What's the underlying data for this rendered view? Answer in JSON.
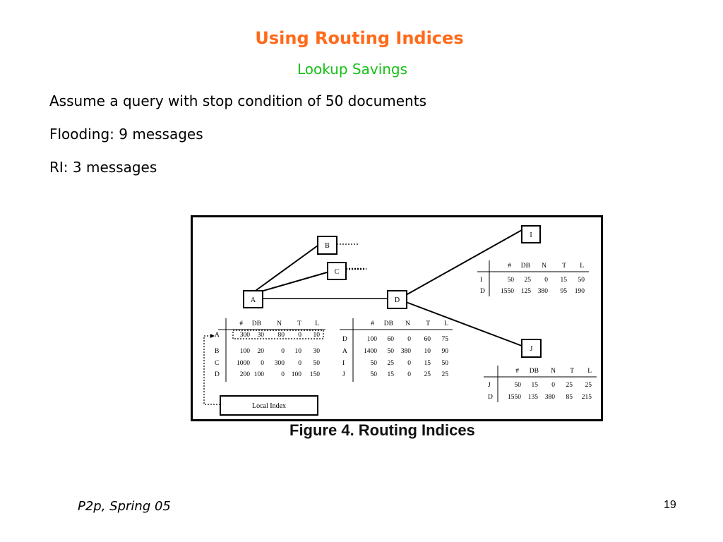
{
  "slide": {
    "title": "Using Routing Indices",
    "subtitle": "Lookup Savings",
    "bullets": [
      "Assume a query with stop condition of 50 documents",
      "Flooding: 9 messages",
      "RI: 3 messages"
    ],
    "footer_left": "P2p, Spring 05",
    "page_number": "19"
  },
  "colors": {
    "title": "#ff6a1a",
    "subtitle": "#16c116"
  },
  "figure": {
    "caption": "Figure 4. Routing Indices",
    "nodes": {
      "A": "A",
      "B": "B",
      "C": "C",
      "D": "D",
      "I": "I",
      "J": "J"
    },
    "local_index_label": "Local Index",
    "headers": [
      "#",
      "DB",
      "N",
      "T",
      "L"
    ],
    "table_a": [
      [
        "A",
        "300",
        "30",
        "80",
        "0",
        "10"
      ],
      [
        "B",
        "100",
        "20",
        "0",
        "10",
        "30"
      ],
      [
        "C",
        "1000",
        "0",
        "300",
        "0",
        "50"
      ],
      [
        "D",
        "200",
        "100",
        "0",
        "100",
        "150"
      ]
    ],
    "table_d": [
      [
        "D",
        "100",
        "60",
        "0",
        "60",
        "75"
      ],
      [
        "A",
        "1400",
        "50",
        "380",
        "10",
        "90"
      ],
      [
        "I",
        "50",
        "25",
        "0",
        "15",
        "50"
      ],
      [
        "J",
        "50",
        "15",
        "0",
        "25",
        "25"
      ]
    ],
    "table_i": [
      [
        "I",
        "50",
        "25",
        "0",
        "15",
        "50"
      ],
      [
        "D",
        "1550",
        "125",
        "380",
        "95",
        "190"
      ]
    ],
    "table_j": [
      [
        "J",
        "50",
        "15",
        "0",
        "25",
        "25"
      ],
      [
        "D",
        "1550",
        "135",
        "380",
        "85",
        "215"
      ]
    ]
  }
}
